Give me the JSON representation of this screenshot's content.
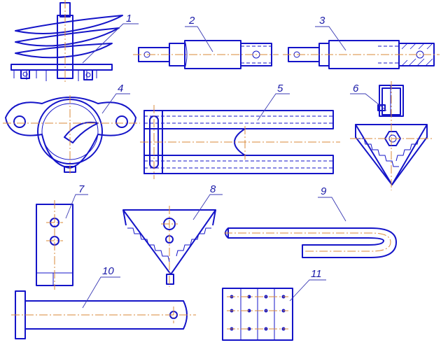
{
  "colors": {
    "outline": "#1414c8",
    "leader": "#3a3ab4",
    "axis": "#d98a3a",
    "background": "#ffffff"
  },
  "parts": [
    {
      "number": "1"
    },
    {
      "number": "2"
    },
    {
      "number": "3"
    },
    {
      "number": "4"
    },
    {
      "number": "5"
    },
    {
      "number": "6"
    },
    {
      "number": "7"
    },
    {
      "number": "8"
    },
    {
      "number": "9"
    },
    {
      "number": "10"
    },
    {
      "number": "11"
    }
  ]
}
